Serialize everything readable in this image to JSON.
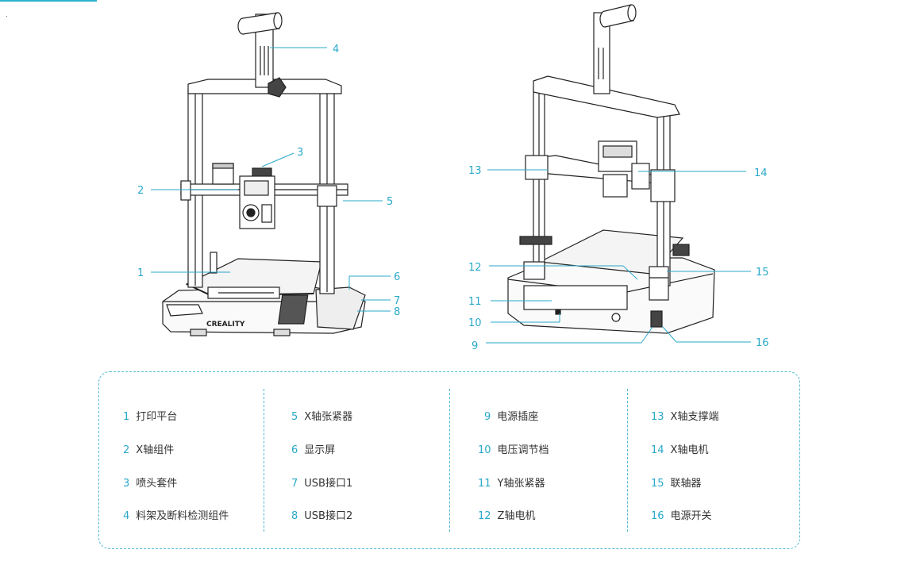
{
  "callouts": [
    "1",
    "2",
    "3",
    "4",
    "5",
    "6",
    "7",
    "8",
    "9",
    "10",
    "11",
    "12",
    "13",
    "14",
    "15",
    "16"
  ],
  "brand_mark": "CREALITY",
  "accent_color": "#2aa9c9",
  "legend": [
    {
      "num": "1",
      "label": "打印平台"
    },
    {
      "num": "2",
      "label": "X轴组件"
    },
    {
      "num": "3",
      "label": "喷头套件"
    },
    {
      "num": "4",
      "label": "料架及断料检测组件"
    },
    {
      "num": "5",
      "label": "X轴张紧器"
    },
    {
      "num": "6",
      "label": "显示屏"
    },
    {
      "num": "7",
      "label": "USB接口1"
    },
    {
      "num": "8",
      "label": "USB接口2"
    },
    {
      "num": "9",
      "label": "电源插座"
    },
    {
      "num": "10",
      "label": "电压调节档"
    },
    {
      "num": "11",
      "label": "Y轴张紧器"
    },
    {
      "num": "12",
      "label": "Z轴电机"
    },
    {
      "num": "13",
      "label": "X轴支撑端"
    },
    {
      "num": "14",
      "label": "X轴电机"
    },
    {
      "num": "15",
      "label": "联轴器"
    },
    {
      "num": "16",
      "label": "电源开关"
    }
  ]
}
